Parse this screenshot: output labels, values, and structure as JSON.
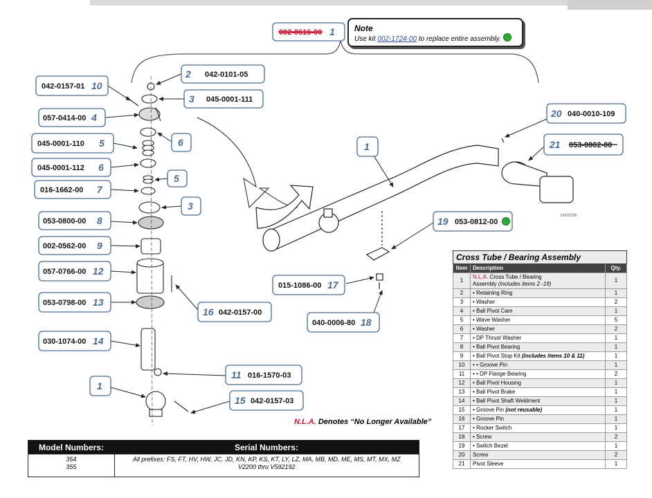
{
  "note": {
    "title": "Note",
    "text_before": "Use kit ",
    "kit": "002-1724-00",
    "text_after": " to replace entire assembly."
  },
  "callouts": {
    "c1_top_pn": "002-0616-00",
    "c1_top_num": "1",
    "c2_pn": "042-0101-05",
    "c2_num": "2",
    "c3a_pn": "045-0001-111",
    "c3a_num": "3",
    "c10_pn": "042-0157-01",
    "c10_num": "10",
    "c4_pn": "057-0414-00",
    "c4_num": "4",
    "c6a_num": "6",
    "c5a_pn": "045-0001-110",
    "c5a_num": "5",
    "c6b_pn": "045-0001-112",
    "c6b_num": "6",
    "c5b_num": "5",
    "c7_pn": "016-1662-00",
    "c7_num": "7",
    "c3b_num": "3",
    "c8_pn": "053-0800-00",
    "c8_num": "8",
    "c9_pn": "002-0562-00",
    "c9_num": "9",
    "c12_pn": "057-0766-00",
    "c12_num": "12",
    "c13_pn": "053-0798-00",
    "c13_num": "13",
    "c16_pn": "042-0157-00",
    "c16_num": "16",
    "c14_pn": "030-1074-00",
    "c14_num": "14",
    "c11_pn": "016-1570-03",
    "c11_num": "11",
    "c1_bot_num": "1",
    "c15_pn": "042-0157-03",
    "c15_num": "15",
    "c1_right_num": "1",
    "c20_pn": "040-0010-109",
    "c20_num": "20",
    "c21_pn": "053-0802-00",
    "c21_num": "21",
    "c19_pn": "053-0812-00",
    "c19_num": "19",
    "c17_pn": "015-1086-00",
    "c17_num": "17",
    "c18_pn": "040-0006-80",
    "c18_num": "18",
    "drawing_code": "MA9338i"
  },
  "parts_table": {
    "title": "Cross Tube / Bearing Assembly",
    "headers": [
      "Item",
      "Description",
      "Qty."
    ],
    "row1": {
      "item": "1",
      "nla": "N.L.A.",
      "desc_a": " Cross Tube / Bearing",
      "desc_b": "Assembly ",
      "desc_c": "(includes items 2 -19)",
      "qty": "1"
    },
    "rows": [
      {
        "item": "2",
        "desc": "• Retaining Ring",
        "qty": "1"
      },
      {
        "item": "3",
        "desc": "• Washer",
        "qty": "2"
      },
      {
        "item": "4",
        "desc": "• Ball Pivot Cam",
        "qty": "1"
      },
      {
        "item": "5",
        "desc": "• Wave Washer",
        "qty": "5"
      },
      {
        "item": "6",
        "desc": "• Washer",
        "qty": "2"
      },
      {
        "item": "7",
        "desc": "• DP Thrust Washer",
        "qty": "1"
      },
      {
        "item": "8",
        "desc": "• Ball Pivot Bearing",
        "qty": "1"
      },
      {
        "item": "9",
        "desc": "• Ball Pivot Stop Kit ",
        "note": "(includes items 10 & 11)",
        "qty": "1"
      },
      {
        "item": "10",
        "desc": "• • Groove Pin",
        "qty": "1"
      },
      {
        "item": "11",
        "desc": "• • DP Flange Bearing",
        "qty": "2"
      },
      {
        "item": "12",
        "desc": "• Ball Pivot Housing",
        "qty": "1"
      },
      {
        "item": "13",
        "desc": "• Ball Pivot Brake",
        "qty": "1"
      },
      {
        "item": "14",
        "desc": "• Ball Pivot Shaft Weldment",
        "qty": "1"
      },
      {
        "item": "15",
        "desc": "• Groove Pin ",
        "note": "(not reusable)",
        "qty": "1"
      },
      {
        "item": "16",
        "desc": "• Groove Pin",
        "qty": "1"
      },
      {
        "item": "17",
        "desc": "• Rocker Switch",
        "qty": "1"
      },
      {
        "item": "18",
        "desc": "• Screw",
        "qty": "2"
      },
      {
        "item": "19",
        "desc": "• Switch Bezel",
        "qty": "1"
      },
      {
        "item": "20",
        "desc": "Screw",
        "qty": "2"
      },
      {
        "item": "21",
        "desc": "Pivot Sleeve",
        "qty": "1"
      }
    ]
  },
  "nla_legend": {
    "abbr": "N.L.A.",
    "text": " Denotes “No Longer Available”"
  },
  "models": {
    "header_models": "Model Numbers:",
    "header_serials": "Serial Numbers:",
    "model_1": "354",
    "model_2": "355",
    "serial_line1": "All prefixes: FS, FT, HV, HW, JC, JD, KN, KP, KS, KT, LY, LZ, MA, MB, MD, ME, MS, MT, MX, MZ",
    "serial_line2": "V2200 thru V592192"
  }
}
